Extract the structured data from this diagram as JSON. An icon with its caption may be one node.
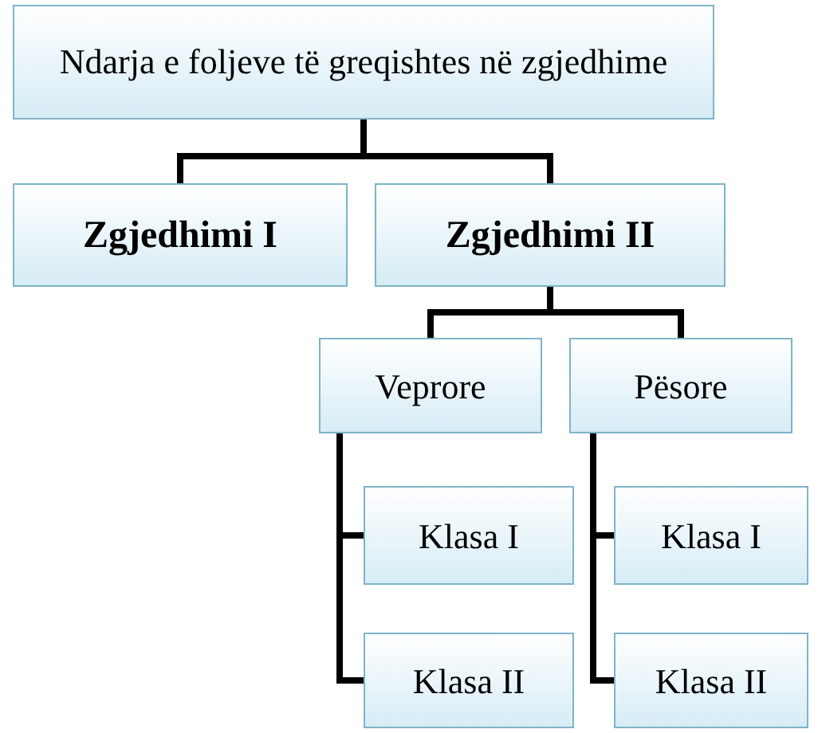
{
  "diagram": {
    "nodes": [
      {
        "text": [
          "Ndarja e foljeve të greqishtes në zgjedhime"
        ]
      },
      {
        "text": [
          "Zgjedhimi I"
        ]
      },
      {
        "text": [
          "Zgjedhimi II"
        ]
      },
      {
        "text": [
          "Veprore"
        ]
      },
      {
        "text": [
          "Pësore"
        ]
      },
      {
        "text": [
          "Klasa I"
        ]
      },
      {
        "text": [
          "Klasa II"
        ]
      },
      {
        "text": [
          "Klasa I"
        ]
      },
      {
        "text": [
          "Klasa II"
        ]
      }
    ],
    "edges": [
      {
        "from": 0,
        "to": 1,
        "arrow": "none"
      },
      {
        "from": 0,
        "to": 2,
        "arrow": "none"
      },
      {
        "from": 2,
        "to": 3,
        "arrow": "none"
      },
      {
        "from": 2,
        "to": 4,
        "arrow": "none"
      },
      {
        "from": 3,
        "to": 5,
        "arrow": "none"
      },
      {
        "from": 3,
        "to": 6,
        "arrow": "none"
      },
      {
        "from": 4,
        "to": 7,
        "arrow": "none"
      },
      {
        "from": 4,
        "to": 8,
        "arrow": "none"
      }
    ]
  }
}
